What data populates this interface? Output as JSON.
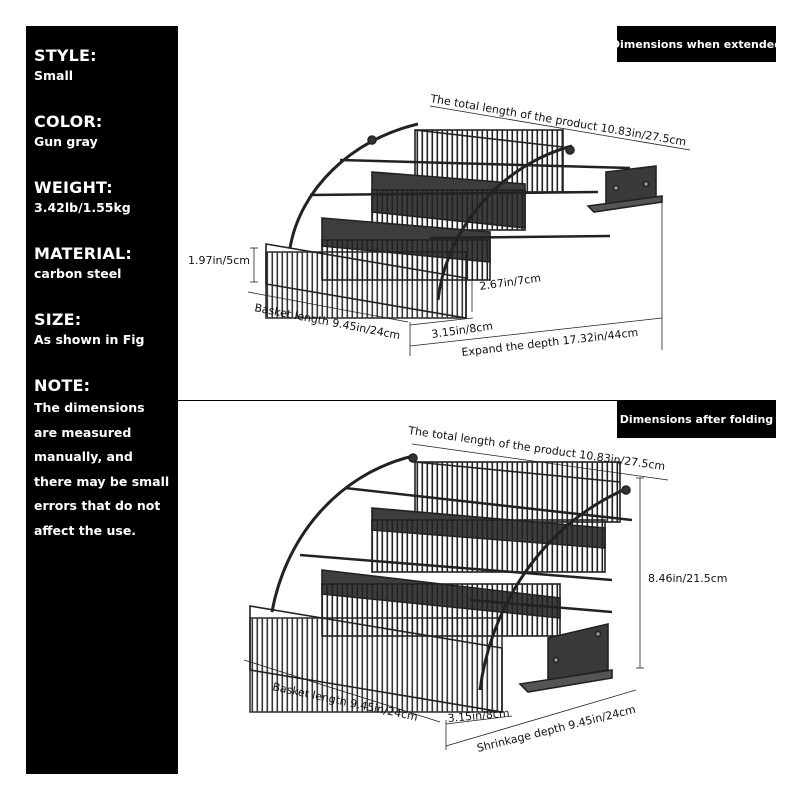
{
  "specs": [
    {
      "label": "STYLE:",
      "value": "Small"
    },
    {
      "label": "COLOR:",
      "value": "Gun gray"
    },
    {
      "label": "WEIGHT:",
      "value": "3.42lb/1.55kg"
    },
    {
      "label": "MATERIAL:",
      "value": "carbon steel"
    },
    {
      "label": "SIZE:",
      "value": "As shown in Fig"
    }
  ],
  "note": {
    "label": "NOTE:",
    "lines": [
      "The dimensions",
      "are measured",
      "manually, and",
      "there may be small",
      "errors that do not",
      "affect the use."
    ]
  },
  "extended": {
    "badge": "Dimensions when extended",
    "total_length": "The total length of the product 10.83in/27.5cm",
    "height": "1.97in/5cm",
    "step_height": "2.67in/7cm",
    "step_depth": "3.15in/8cm",
    "basket_length": "Basket length 9.45in/24cm",
    "expand_depth": "Expand the depth 17.32in/44cm"
  },
  "folded": {
    "badge": "Dimensions after folding",
    "total_length": "The total length of the product 10.83in/27.5cm",
    "height": "8.46in/21.5cm",
    "step_depth": "3.15in/8cm",
    "basket_length": "Basket length 9.45in/24cm",
    "shrink_depth": "Shrinkage depth 9.45in/24cm"
  },
  "colors": {
    "sidebar": "#000000",
    "metal": "#2b2b2b",
    "shelf": "#4a4a4a"
  }
}
